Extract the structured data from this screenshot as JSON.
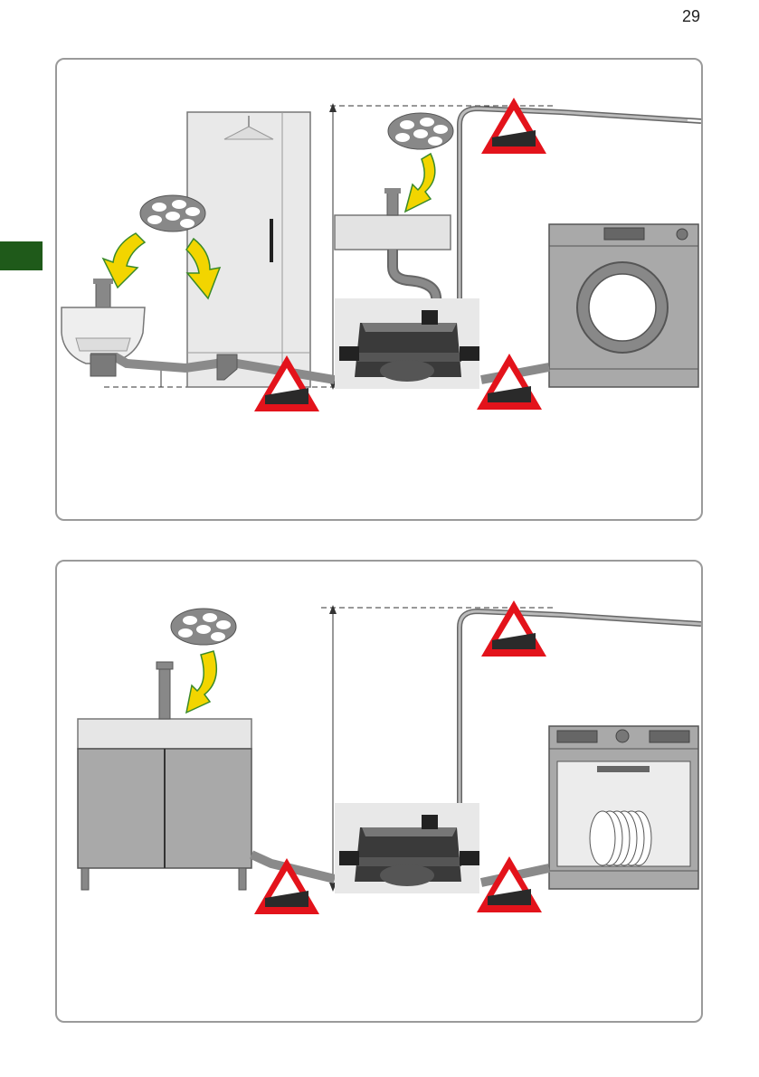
{
  "page": {
    "number": "29"
  },
  "colors": {
    "tab_green": "#1f5a1a",
    "warning_red": "#e3131b",
    "arrow_yellow": "#f2d500",
    "arrow_outline": "#3a8a2a",
    "pipe_gray": "#8a8a8a",
    "pump_dark": "#3a3a3a"
  },
  "diagrams": [
    {
      "panel": "top",
      "fixtures": [
        "wall-hung-toilet",
        "shower-cabin",
        "wash-basin",
        "washing-machine",
        "pump-unit",
        "discharge-pipe"
      ],
      "warnings": [
        "slope-warning-shower",
        "slope-warning-machine",
        "slope-warning-discharge"
      ],
      "icons": [
        "no-solids-icon-toilet",
        "no-solids-icon-basin"
      ]
    },
    {
      "panel": "bottom",
      "fixtures": [
        "sink-cabinet",
        "dishwasher",
        "pump-unit",
        "discharge-pipe"
      ],
      "warnings": [
        "slope-warning-sink",
        "slope-warning-dishwasher",
        "slope-warning-discharge"
      ],
      "icons": [
        "no-solids-icon-sink"
      ]
    }
  ]
}
